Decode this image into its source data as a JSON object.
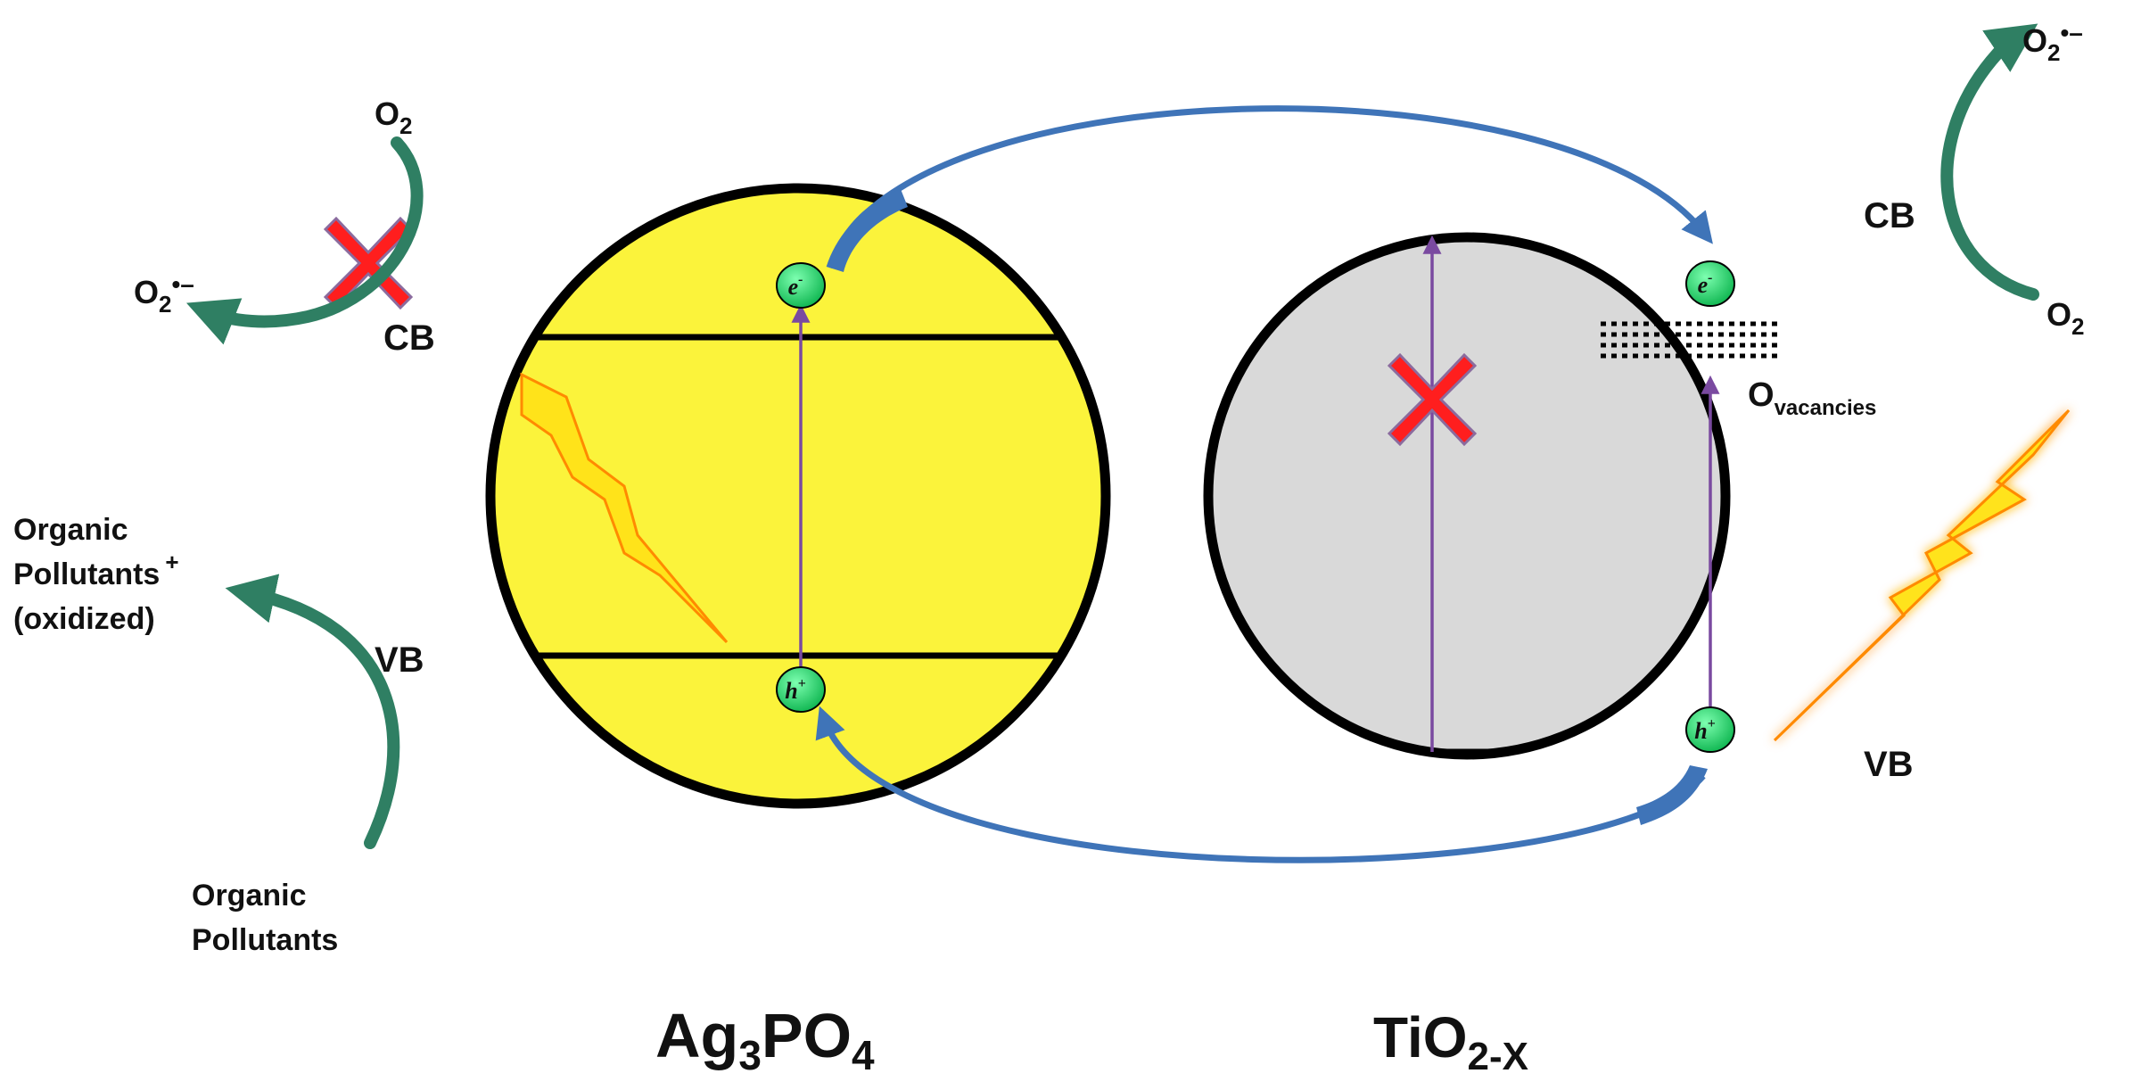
{
  "colors": {
    "ag_fill": "#fbf33b",
    "ti_fill": "#d9d9d9",
    "outline": "#000000",
    "transfer_arrow": "#3f74b8",
    "reaction_arrow": "#2f7f63",
    "excitation": "#7a4aa0",
    "carrier_fill": "#22d46a",
    "cross": "#ff1e1e",
    "bolt_fill": "#ffe31a",
    "bolt_edge": "#ff8a00"
  },
  "labels": {
    "o2_left": "O",
    "o2_left_sub": "2",
    "o2rad_left": "O",
    "o2rad_left_sub": "2",
    "o2rad_left_sup": "•–",
    "cb_left": "CB",
    "vb_left": "VB",
    "op_ox_line1": "Organic",
    "op_ox_line2": "Pollutants",
    "op_ox_sup": "+",
    "op_ox_line3": "(oxidized)",
    "op_line1": "Organic",
    "op_line2": "Pollutants",
    "cb_right": "CB",
    "vb_right": "VB",
    "o2rad_right": "O",
    "o2rad_right_sub": "2",
    "o2rad_right_sup": "•–",
    "o2_right": "O",
    "o2_right_sub": "2",
    "ovac": "O",
    "ovac_sub": "vacancies",
    "ag_name": "Ag",
    "ag_sub1": "3",
    "ag_mid": "PO",
    "ag_sub2": "4",
    "ti_name": "TiO",
    "ti_sub": "2-X"
  },
  "carriers": {
    "electron": "e",
    "electron_sup": "-",
    "hole": "h",
    "hole_sup": "+"
  }
}
